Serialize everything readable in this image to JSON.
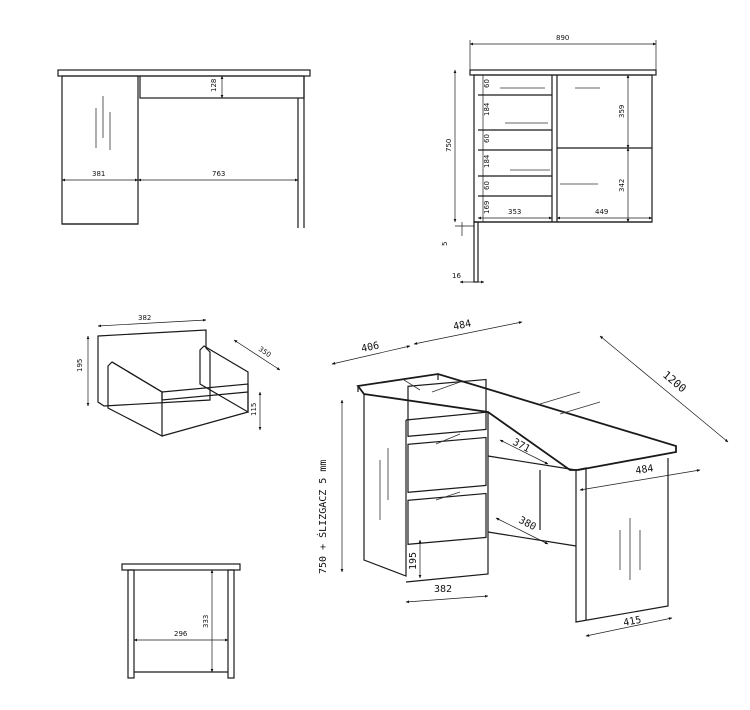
{
  "front_view": {
    "dims": {
      "drawer_height": "128",
      "pedestal_width": "381",
      "knee_width": "763"
    }
  },
  "side_view": {
    "dims": {
      "total_width": "890",
      "height": "750",
      "drawer_front_a": "60",
      "gap_a": "184",
      "drawer_front_b": "60",
      "gap_b": "184",
      "drawer_front_c": "60",
      "bottom_gap": "169",
      "shelf_upper": "359",
      "shelf_lower": "342",
      "left_section": "353",
      "right_section": "449",
      "glide": "5",
      "thickness": "16"
    }
  },
  "drawer_view": {
    "dims": {
      "width": "382",
      "height": "195",
      "depth": "350",
      "inner_height": "115"
    }
  },
  "shelf_view": {
    "dims": {
      "width": "296",
      "height": "333"
    }
  },
  "iso_view": {
    "dims": {
      "top_depth": "406",
      "top_width": "484",
      "length": "1200",
      "side_depth": "484",
      "height_note": "750 + ŚLIZGACZ 5 mm",
      "inner_a": "371",
      "inner_b": "380",
      "drawer_h": "195",
      "cabinet_w": "382",
      "leg_w": "415"
    }
  }
}
